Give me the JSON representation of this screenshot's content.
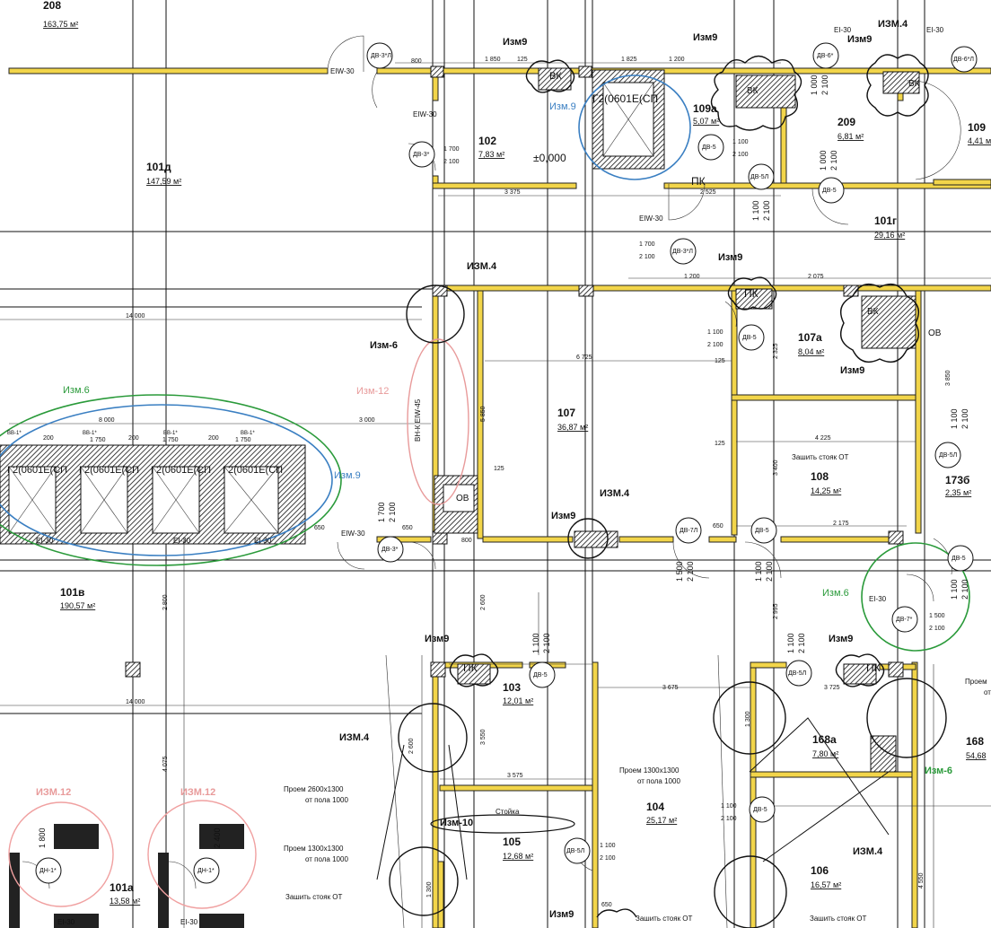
{
  "rooms": [
    {
      "num": "208",
      "area": "163,75 м²"
    },
    {
      "num": "101д",
      "area": "147,59 м²"
    },
    {
      "num": "102",
      "area": "7,83 м²"
    },
    {
      "num": "109а",
      "area": "5,07 м²"
    },
    {
      "num": "209",
      "area": "6,81 м²"
    },
    {
      "num": "109",
      "area": "4,41 м²"
    },
    {
      "num": "101г",
      "area": "29,16 м²"
    },
    {
      "num": "107",
      "area": "36,87 м²"
    },
    {
      "num": "107а",
      "area": "8,04 м²"
    },
    {
      "num": "108",
      "area": "14,25 м²"
    },
    {
      "num": "173б",
      "area": "2,35 м²"
    },
    {
      "num": "101в",
      "area": "190,57 м²"
    },
    {
      "num": "103",
      "area": "12,01 м²"
    },
    {
      "num": "168а",
      "area": "7,80 м²"
    },
    {
      "num": "168",
      "area": "54,68"
    },
    {
      "num": "104",
      "area": "25,17 м²"
    },
    {
      "num": "105",
      "area": "12,68 м²"
    },
    {
      "num": "106",
      "area": "16,57 м²"
    },
    {
      "num": "101а",
      "area": "13,58 м²"
    }
  ],
  "revisions": {
    "izm9": "Изм9",
    "izm9_dot": "Изм.9",
    "izm4": "ИЗМ.4",
    "izm4_lower": "Изм-4",
    "izm6": "Изм-6",
    "izm6_dot": "Изм.6",
    "izm12": "Изм-12",
    "izm12_caps": "ИЗМ.12",
    "izm10": "Изм-10"
  },
  "doors": [
    "ДВ-3*Л",
    "ДВ-3*",
    "ДВ-5",
    "ДВ-5Л",
    "ДВ-6*",
    "ДВ-6*Л",
    "ДВ-7*",
    "ДВ-7Л",
    "ДН-1*",
    "ДВ-3*Л"
  ],
  "labels": {
    "bk": "ВК",
    "pk": "ПК",
    "ob": "ОВ",
    "lift": "Г2(0601Е(СП",
    "lift_row": "Г2(0601Е(СП",
    "level": "±0,000",
    "eiw30": "EIW-30",
    "ei30": "EI-30",
    "vnk": "ВН-К EIW-45",
    "shaft_note": "Зашить стояк ОТ",
    "opening_2600": "Проем 2600х1300",
    "opening_1300": "Проем 1300х1300",
    "from_floor": "от пола 1000",
    "stoyka": "Стойка",
    "bb1": "ВВ-1*",
    "prefix_cut": "Проем",
    "prefix_cut2": "от"
  },
  "dims": {
    "d14000": "14 000",
    "d8000": "8 000",
    "d3000": "3 000",
    "d1750": "1 750",
    "d200": "200",
    "d6725": "6 725",
    "d4225": "4 225",
    "d2175": "2 175",
    "d3675": "3 675",
    "d3725": "3 725",
    "d3575": "3 575",
    "d3375": "3 375",
    "d2525": "2 525",
    "d2075": "2 075",
    "d1825": "1 825",
    "d1850": "1 850",
    "d1200": "1 200",
    "d1700": "1 700",
    "d2100": "2 100",
    "d1100": "1 100",
    "d1500": "1 500",
    "d800": "800",
    "d650": "650",
    "d125": "125",
    "d2800": "2 800",
    "d2600": "2 600",
    "d3550": "3 550",
    "d5850": "5 850",
    "d3400": "3 400",
    "d3850": "3 850",
    "d2995": "2 995",
    "d2325": "2 325",
    "d4075": "4 075",
    "d4550": "4 550",
    "d1300": "1 300",
    "d2400": "2 400",
    "d1800": "1 800",
    "d1000": "1 000"
  }
}
